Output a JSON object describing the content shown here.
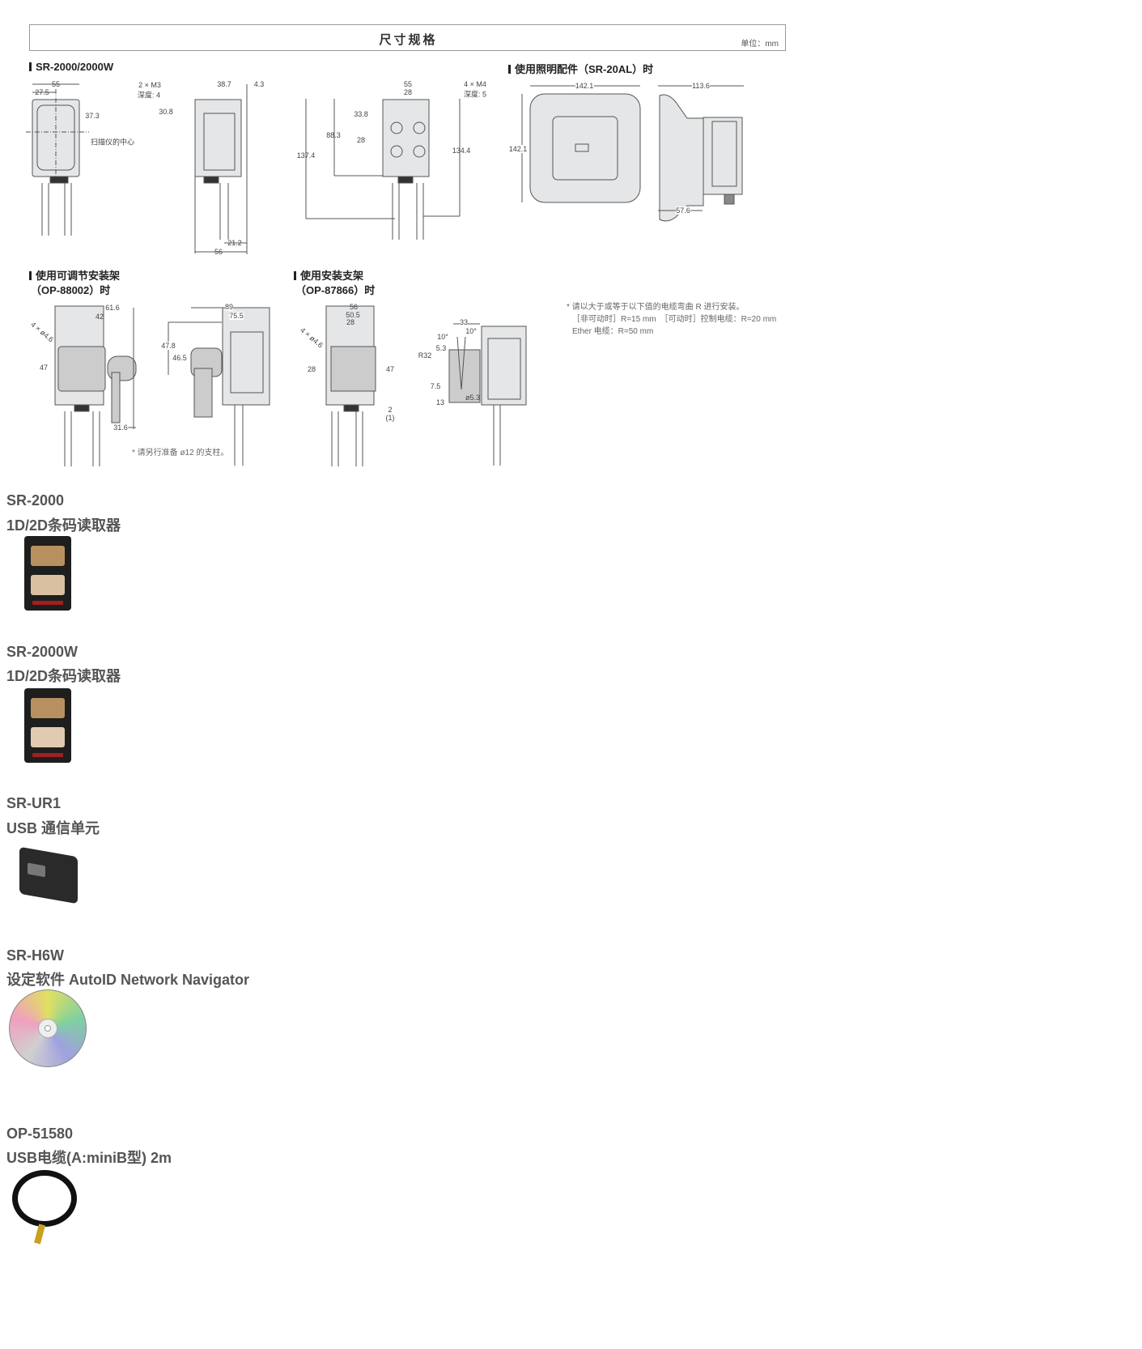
{
  "header": {
    "title": "尺寸规格",
    "unit": "单位：mm"
  },
  "sections": {
    "s1": "SR-2000/2000W",
    "s2": "使用照明配件（SR-20AL）时",
    "s3_line1": "使用可调节安装架",
    "s3_line2": "（OP-88002）时",
    "s4_line1": "使用安装支架",
    "s4_line2": "（OP-87866）时"
  },
  "dims": {
    "front": [
      "55",
      "27.5",
      "37.3",
      "扫描仪的中心"
    ],
    "side": [
      "2 × M3",
      "深度: 4",
      "30.8",
      "38.7",
      "4.3",
      "21.2",
      "56"
    ],
    "back": [
      "55",
      "28",
      "4 × M4",
      "深度: 5",
      "33.8",
      "28",
      "88.3",
      "137.4",
      "134.4"
    ],
    "light": [
      "142.1",
      "142.1",
      "113.6",
      "57.6"
    ],
    "adj": [
      "61.6",
      "42",
      "4 × ø4.6",
      "47",
      "31.6",
      "89",
      "75.5",
      "47.8",
      "46.5"
    ],
    "stand": [
      "56",
      "50.5",
      "28",
      "4 × ø4.6",
      "28",
      "47",
      "2",
      "(1)",
      "33",
      "10°",
      "10°",
      "5.3",
      "R32",
      "7.5",
      "13",
      "ø5.3"
    ]
  },
  "notes": {
    "post": "* 请另行准备 ø12 的支柱。",
    "cable_line1": "* 请以大于或等于以下值的电缆弯曲 R 进行安装。",
    "cable_line2": "［非可动时］R=15 mm　［可动时］控制电缆：R=20 mm",
    "cable_line3": "Ether 电缆：R=50 mm"
  },
  "products": [
    {
      "model": "SR-2000",
      "desc": "1D/2D条码读取器",
      "icon": "barcode-reader-image"
    },
    {
      "model": "SR-2000W",
      "desc": "1D/2D条码读取器",
      "icon": "barcode-reader-image"
    },
    {
      "model": "SR-UR1",
      "desc": "USB 通信单元",
      "icon": "usb-unit-image"
    },
    {
      "model": "SR-H6W",
      "desc": "设定软件 AutoID Network Navigator",
      "icon": "cd-image"
    },
    {
      "model": "OP-51580",
      "desc": "USB电缆(A:miniB型) 2m",
      "icon": "usb-cable-image"
    }
  ],
  "colors": {
    "line": "#555555",
    "fill": "#e4e6e8",
    "text": "#555555"
  }
}
